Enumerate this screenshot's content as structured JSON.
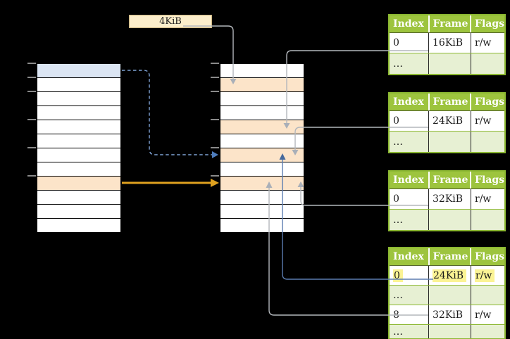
{
  "frame_label": {
    "text": "4KiB"
  },
  "virtual_memory": {
    "row_count": 12,
    "highlight_rows": {
      "0": "blue_row",
      "8": "orange_row"
    },
    "tick_rows": [
      0,
      1,
      2,
      4,
      6,
      8
    ]
  },
  "physical_memory": {
    "row_count": 12,
    "highlight_rows": {
      "1": "orange_row",
      "4": "orange_row",
      "6": "orange_row",
      "8": "orange_row"
    },
    "tick_rows": [
      0,
      1,
      2,
      4,
      6,
      8
    ]
  },
  "page_tables": [
    {
      "headers": [
        "Index",
        "Frame",
        "Flags"
      ],
      "rows": [
        {
          "cells": [
            "0",
            "16KiB",
            "r/w"
          ],
          "shaded": false,
          "highlighted": false
        },
        {
          "cells": [
            "…",
            "",
            ""
          ],
          "shaded": true,
          "highlighted": false
        }
      ]
    },
    {
      "headers": [
        "Index",
        "Frame",
        "Flags"
      ],
      "rows": [
        {
          "cells": [
            "0",
            "24KiB",
            "r/w"
          ],
          "shaded": false,
          "highlighted": false
        },
        {
          "cells": [
            "…",
            "",
            ""
          ],
          "shaded": true,
          "highlighted": false
        }
      ]
    },
    {
      "headers": [
        "Index",
        "Frame",
        "Flags"
      ],
      "rows": [
        {
          "cells": [
            "0",
            "32KiB",
            "r/w"
          ],
          "shaded": false,
          "highlighted": false
        },
        {
          "cells": [
            "…",
            "",
            ""
          ],
          "shaded": true,
          "highlighted": false
        }
      ]
    },
    {
      "headers": [
        "Index",
        "Frame",
        "Flags"
      ],
      "rows": [
        {
          "cells": [
            "0",
            "24KiB",
            "r/w"
          ],
          "shaded": false,
          "highlighted": true
        },
        {
          "cells": [
            "…",
            "",
            ""
          ],
          "shaded": true,
          "highlighted": false
        },
        {
          "cells": [
            "8",
            "32KiB",
            "r/w"
          ],
          "shaded": false,
          "highlighted": false
        },
        {
          "cells": [
            "…",
            "",
            ""
          ],
          "shaded": true,
          "highlighted": false
        }
      ]
    }
  ],
  "connections": [
    {
      "from": "frame-size-label",
      "to": "physical-memory-row-1",
      "style": "gray-solid-arrow"
    },
    {
      "from": "page-table-1-row-16KiB",
      "to": "physical-memory-row-4",
      "style": "gray-solid-arrow"
    },
    {
      "from": "page-table-2-row-24KiB",
      "to": "physical-memory-row-6",
      "style": "gray-solid-arrow"
    },
    {
      "from": "page-table-3-row-32KiB",
      "to": "physical-memory-row-8",
      "style": "gray-solid-arrow"
    },
    {
      "from": "page-table-4-row-24KiB-highlighted",
      "to": "physical-memory-row-6",
      "style": "blue-solid-arrow"
    },
    {
      "from": "page-table-4-row-32KiB",
      "to": "physical-memory-row-8",
      "style": "gray-solid-arrow"
    },
    {
      "from": "virtual-memory-row-0",
      "to": "physical-memory-row-6",
      "style": "blue-dashed-arrow"
    },
    {
      "from": "virtual-memory-row-8",
      "to": "physical-memory-row-8",
      "style": "orange-solid-arrow"
    }
  ],
  "colors": {
    "background": "#000000",
    "blue_row": "#dbe5f3",
    "orange_row": "#fce4c9",
    "green_header": "#9dc43e",
    "green_border": "#8cb832",
    "green_row_shaded": "#e7f0d3",
    "yellow_highlight": "#fbf394",
    "label_box_bg": "#fceecb",
    "label_box_border": "#c8b27c",
    "gray_line": "#b3b7bc",
    "gray_arrow": "#a9afb8",
    "blue_line": "#5b7cb0",
    "blue_arrow": "#46699c",
    "dashed_blue_line": "#7fa3d6",
    "dashed_blue_arrow": "#4e7dbd",
    "orange_arrow": "#dfa11f",
    "tick": "#8a8a8a"
  }
}
